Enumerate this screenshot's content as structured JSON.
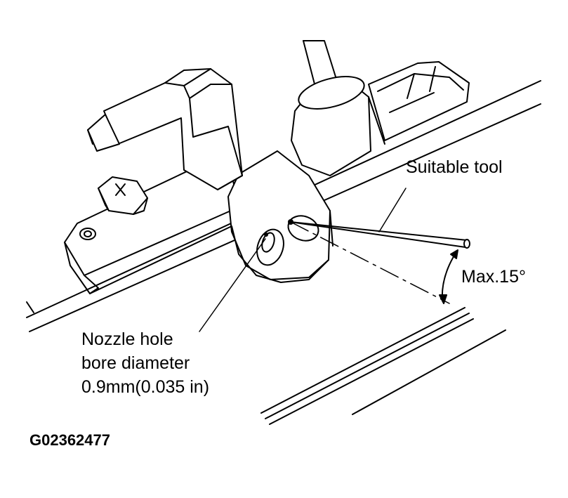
{
  "labels": {
    "tool": "Suitable tool",
    "angle": "Max.15°",
    "nozzle_line1": "Nozzle hole",
    "nozzle_line2": "bore diameter",
    "nozzle_line3": "0.9mm(0.035 in)",
    "figure_code": "G02362477"
  },
  "colors": {
    "line": "#000000",
    "background": "#ffffff"
  }
}
